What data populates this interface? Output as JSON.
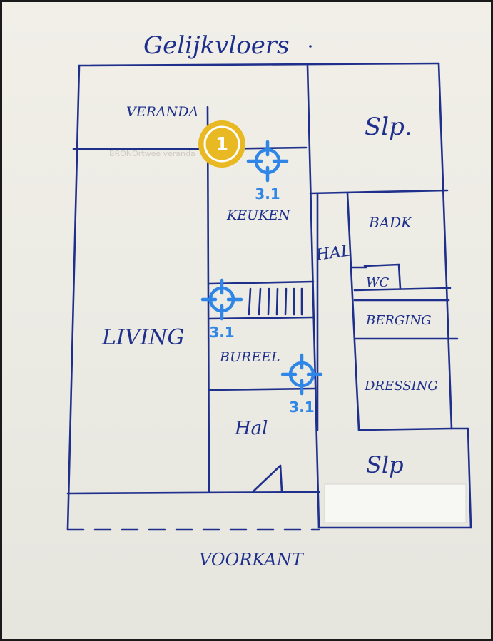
{
  "title": "Gelijkvloers",
  "rooms": {
    "veranda": "VERANDA",
    "slp_top": "Slp.",
    "keuken": "KEUKEN",
    "hal_center": "HAL",
    "badk": "BADK",
    "wc": "WC",
    "berging": "BERGING",
    "living": "LIVING",
    "bureel": "BUREEL",
    "dressing": "DRESSING",
    "hal_bottom": "Hal",
    "slp_bottom": "Slp"
  },
  "footer_label": "VOORKANT",
  "badge": {
    "number": "1",
    "color": "#e8b923"
  },
  "markers": [
    {
      "label": "3.1",
      "color": "#2f86e6"
    },
    {
      "label": "3.1",
      "color": "#2f86e6"
    },
    {
      "label": "3.1",
      "color": "#2f86e6"
    }
  ],
  "colors": {
    "ink": "#1f2f8c",
    "marker": "#2f86e6",
    "badge": "#e8b923"
  }
}
